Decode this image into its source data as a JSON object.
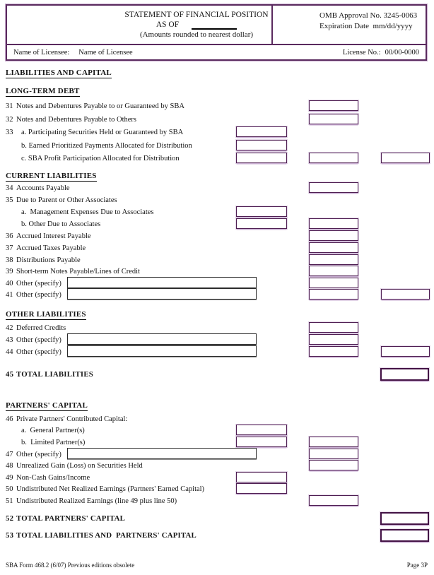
{
  "header": {
    "title_line1": "STATEMENT OF FINANCIAL POSITION",
    "title_line2_prefix": "AS OF",
    "title_line3": "(Amounts rounded to nearest dollar)",
    "omb_line1": "OMB Approval No. 3245-0063",
    "omb_line2": "Expiration Date  mm/dd/yyyy",
    "licensee_label": "Name of Licensee:",
    "licensee_value": "Name of Licensee",
    "license_no_label": "License No.:",
    "license_no_value": "00/00-0000",
    "as_of_value": ""
  },
  "page_heading": "LIABILITIES AND CAPITAL",
  "sections": [
    {
      "heading": "LONG-TERM DEBT",
      "rows": [
        {
          "id": "31",
          "num": "31",
          "indent": 0,
          "label": "Notes and Debentures Payable to or Guaranteed by SBA",
          "boxes": [
            "col2"
          ],
          "values": {
            "col2": ""
          }
        },
        {
          "id": "32",
          "num": "32",
          "indent": 0,
          "label": "Notes and Debentures Payable to Others",
          "boxes": [
            "col2"
          ],
          "values": {
            "col2": ""
          }
        },
        {
          "id": "33a",
          "num": "33",
          "indent": 1,
          "label": "a. Participating Securities Held or Guaranteed by SBA",
          "boxes": [
            "col1"
          ],
          "values": {
            "col1": ""
          }
        },
        {
          "id": "33b",
          "num": "",
          "indent": 1,
          "label": "b. Earned Prioritized Payments Allocated for Distribution",
          "boxes": [
            "col1"
          ],
          "values": {
            "col1": ""
          }
        },
        {
          "id": "33c",
          "num": "",
          "indent": 1,
          "label": "c. SBA Profit Participation Allocated for Distribution",
          "boxes": [
            "col1",
            "col2",
            "col3"
          ],
          "values": {
            "col1": "",
            "col2": "",
            "col3": ""
          }
        }
      ]
    },
    {
      "heading": "CURRENT LIABILITIES",
      "rows": [
        {
          "id": "34",
          "num": "34",
          "indent": 0,
          "label": "Accounts Payable",
          "boxes": [
            "col2"
          ],
          "values": {
            "col2": ""
          }
        },
        {
          "id": "35",
          "num": "35",
          "indent": 0,
          "label": "Due to Parent or Other Associates",
          "boxes": []
        },
        {
          "id": "35a",
          "num": "",
          "indent": 1,
          "label": "a.  Management Expenses Due to Associates",
          "boxes": [
            "col1"
          ],
          "values": {
            "col1": ""
          }
        },
        {
          "id": "35b",
          "num": "",
          "indent": 1,
          "label": "b. Other Due to Associates",
          "boxes": [
            "col1",
            "col2"
          ],
          "values": {
            "col1": "",
            "col2": ""
          }
        },
        {
          "id": "36",
          "num": "36",
          "indent": 0,
          "label": "Accrued Interest Payable",
          "boxes": [
            "col2"
          ],
          "values": {
            "col2": ""
          }
        },
        {
          "id": "37",
          "num": "37",
          "indent": 0,
          "label": "Accrued Taxes Payable",
          "boxes": [
            "col2"
          ],
          "values": {
            "col2": ""
          }
        },
        {
          "id": "38",
          "num": "38",
          "indent": 0,
          "label": "Distributions Payable",
          "boxes": [
            "col2"
          ],
          "values": {
            "col2": ""
          }
        },
        {
          "id": "39",
          "num": "39",
          "indent": 0,
          "label": "Short-term Notes Payable/Lines of Credit",
          "boxes": [
            "col2"
          ],
          "values": {
            "col2": ""
          }
        },
        {
          "id": "40",
          "num": "40",
          "indent": 0,
          "label": "Other (specify)",
          "long_input": true,
          "specify_value": "",
          "boxes": [
            "col2"
          ],
          "values": {
            "col2": ""
          }
        },
        {
          "id": "41",
          "num": "41",
          "indent": 0,
          "label": "Other (specify)",
          "long_input": true,
          "specify_value": "",
          "boxes": [
            "col2",
            "col3"
          ],
          "values": {
            "col2": "",
            "col3": ""
          }
        }
      ]
    },
    {
      "heading": "OTHER LIABILITIES",
      "rows": [
        {
          "id": "42",
          "num": "42",
          "indent": 0,
          "label": "Deferred Credits",
          "boxes": [
            "col2"
          ],
          "values": {
            "col2": ""
          }
        },
        {
          "id": "43",
          "num": "43",
          "indent": 0,
          "label": "Other (specify)",
          "long_input": true,
          "specify_value": "",
          "boxes": [
            "col2"
          ],
          "values": {
            "col2": ""
          }
        },
        {
          "id": "44",
          "num": "44",
          "indent": 0,
          "label": "Other (specify)",
          "long_input": true,
          "specify_value": "",
          "boxes": [
            "col2",
            "col3"
          ],
          "values": {
            "col2": "",
            "col3": ""
          }
        },
        {
          "id": "45",
          "num": "45",
          "indent": 0,
          "bold": true,
          "label": "TOTAL LIABILITIES",
          "boxes": [
            "total"
          ],
          "values": {
            "total": ""
          }
        }
      ]
    },
    {
      "heading": "PARTNERS' CAPITAL",
      "rows": [
        {
          "id": "46",
          "num": "46",
          "indent": 0,
          "label": "Private Partners' Contributed Capital:",
          "boxes": []
        },
        {
          "id": "46a",
          "num": "",
          "indent": 1,
          "label": "a.  General Partner(s)",
          "boxes": [
            "col1"
          ],
          "values": {
            "col1": ""
          }
        },
        {
          "id": "46b",
          "num": "",
          "indent": 1,
          "label": "b.  Limited Partner(s)",
          "boxes": [
            "col1",
            "col2"
          ],
          "values": {
            "col1": "",
            "col2": ""
          }
        },
        {
          "id": "47",
          "num": "47",
          "indent": 0,
          "label": "Other (specify)",
          "long_input": true,
          "specify_value": "",
          "boxes": [
            "col2"
          ],
          "values": {
            "col2": ""
          }
        },
        {
          "id": "48",
          "num": "48",
          "indent": 0,
          "label": "Unrealized Gain (Loss) on Securities Held",
          "boxes": [
            "col2"
          ],
          "values": {
            "col2": ""
          }
        },
        {
          "id": "49",
          "num": "49",
          "indent": 0,
          "label": "Non-Cash Gains/Income",
          "boxes": [
            "col1"
          ],
          "values": {
            "col1": ""
          }
        },
        {
          "id": "50",
          "num": "50",
          "indent": 0,
          "label": "Undistributed Net Realized Earnings (Partners' Earned Capital)",
          "boxes": [
            "col1"
          ],
          "values": {
            "col1": ""
          }
        },
        {
          "id": "51",
          "num": "51",
          "indent": 0,
          "label": "Undistributed Realized Earnings (line 49 plus line 50)",
          "boxes": [
            "col2"
          ],
          "values": {
            "col2": ""
          }
        },
        {
          "id": "52",
          "num": "52",
          "indent": 0,
          "bold": true,
          "label": "TOTAL PARTNERS' CAPITAL",
          "boxes": [
            "total"
          ],
          "values": {
            "total": ""
          }
        },
        {
          "id": "53",
          "num": "53",
          "indent": 0,
          "bold": true,
          "label": "TOTAL LIABILITIES AND  PARTNERS' CAPITAL",
          "boxes": [
            "total"
          ],
          "values": {
            "total": ""
          }
        }
      ]
    }
  ],
  "footer": {
    "left": "SBA Form 468.2 (6/07) Previous editions obsolete",
    "right": "Page 3P"
  },
  "colors": {
    "box_border_purple": "#4e1e52",
    "box_halo_lavender": "#c9aed3",
    "total_box_border": "#431245",
    "specify_input_border": "#2b2b2b"
  }
}
